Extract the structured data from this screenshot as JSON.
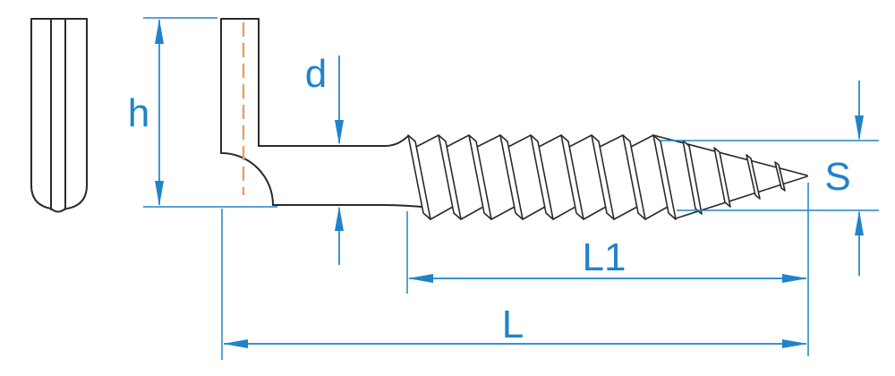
{
  "drawing": {
    "name": "screw-hook-technical-drawing",
    "views": {
      "side_view": "hook-end-view-cylinder",
      "main_view": "l-shaped-screw-hook-with-wood-thread"
    }
  },
  "labels": {
    "height": "h",
    "diameter": "d",
    "thread_length": "L1",
    "total_length": "L",
    "point_size": "S"
  },
  "colors": {
    "dimension_blue": "#2083c9",
    "outline_black": "#2a2a2a",
    "centerline_orange": "#e5a264",
    "background": "#ffffff"
  }
}
